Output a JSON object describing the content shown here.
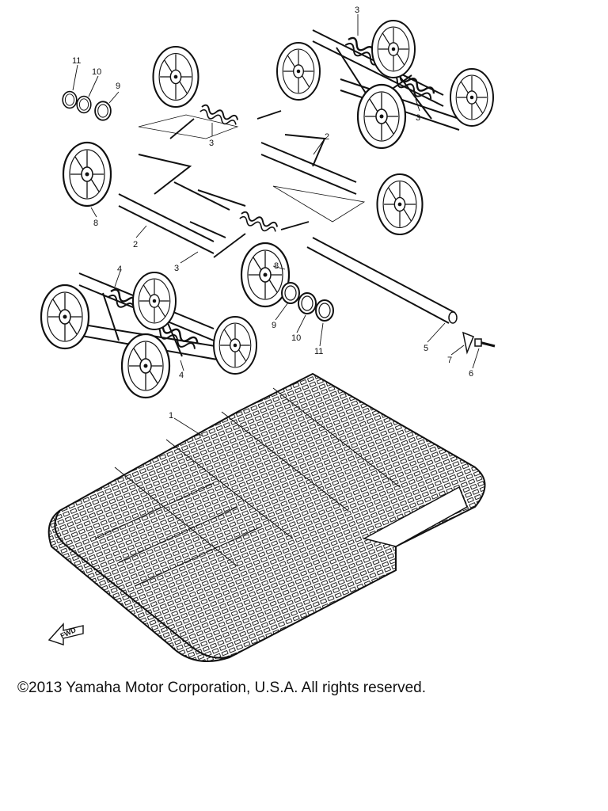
{
  "diagram": {
    "callouts": [
      "1",
      "2",
      "2",
      "3",
      "3",
      "3",
      "3",
      "4",
      "4",
      "5",
      "6",
      "7",
      "8",
      "8",
      "9",
      "9",
      "10",
      "10",
      "11",
      "11"
    ],
    "fwd_label": "FWD"
  },
  "footer": {
    "copyright": "©2013 Yamaha Motor Corporation, U.S.A. All rights reserved."
  }
}
